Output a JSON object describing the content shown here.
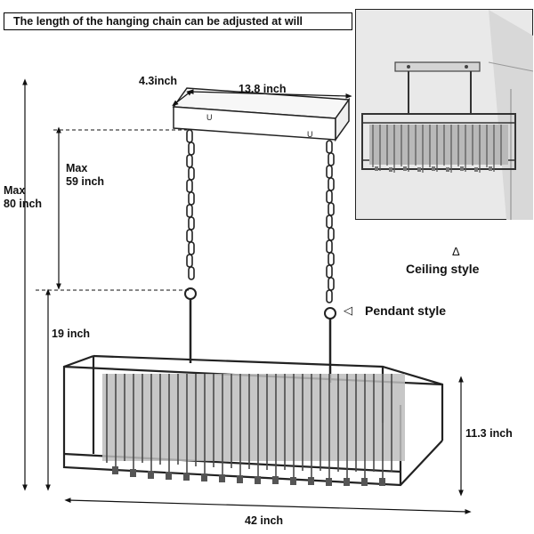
{
  "banner": "The length of the hanging chain can be adjusted at will",
  "dimensions": {
    "canopy_depth": "4.3inch",
    "canopy_length": "13.8 inch",
    "max_chain_line1": "Max",
    "max_chain_line2": "59 inch",
    "max_total_line1": "Max",
    "max_total_line2": "80 inch",
    "min_drop": "19 inch",
    "body_height": "11.3 inch",
    "body_length": "42 inch"
  },
  "styles": {
    "ceiling_marker": "Δ",
    "ceiling_label": "Ceiling style",
    "pendant_marker": "◁",
    "pendant_label": "Pendant style"
  },
  "icons": [
    "chandelier-drawing",
    "ceiling-photo",
    "dimension-arrows"
  ]
}
